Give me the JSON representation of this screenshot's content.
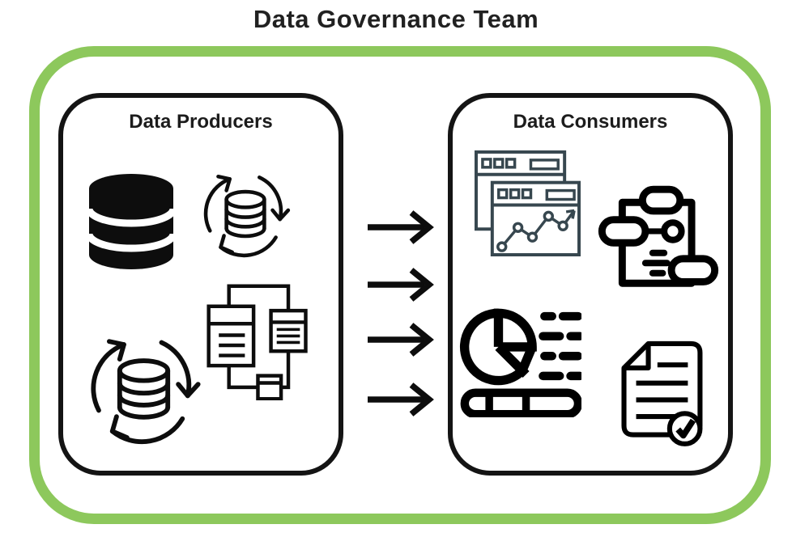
{
  "title": "Data Governance Team",
  "groups": {
    "producers": {
      "label": "Data Producers",
      "icons": [
        "database-solid",
        "database-sync",
        "schema-tables",
        "database-sync-large"
      ]
    },
    "consumers": {
      "label": "Data Consumers",
      "icons": [
        "analytics-windows",
        "clipboard-workflow",
        "pie-report",
        "document-approved"
      ]
    }
  },
  "arrows": {
    "count": 4,
    "direction": "right"
  },
  "colors": {
    "frame_green": "#8dc85c",
    "box_border": "#141414",
    "icon_black": "#0d0d0d",
    "icon_slate": "#37474f",
    "title_text": "#212121"
  }
}
